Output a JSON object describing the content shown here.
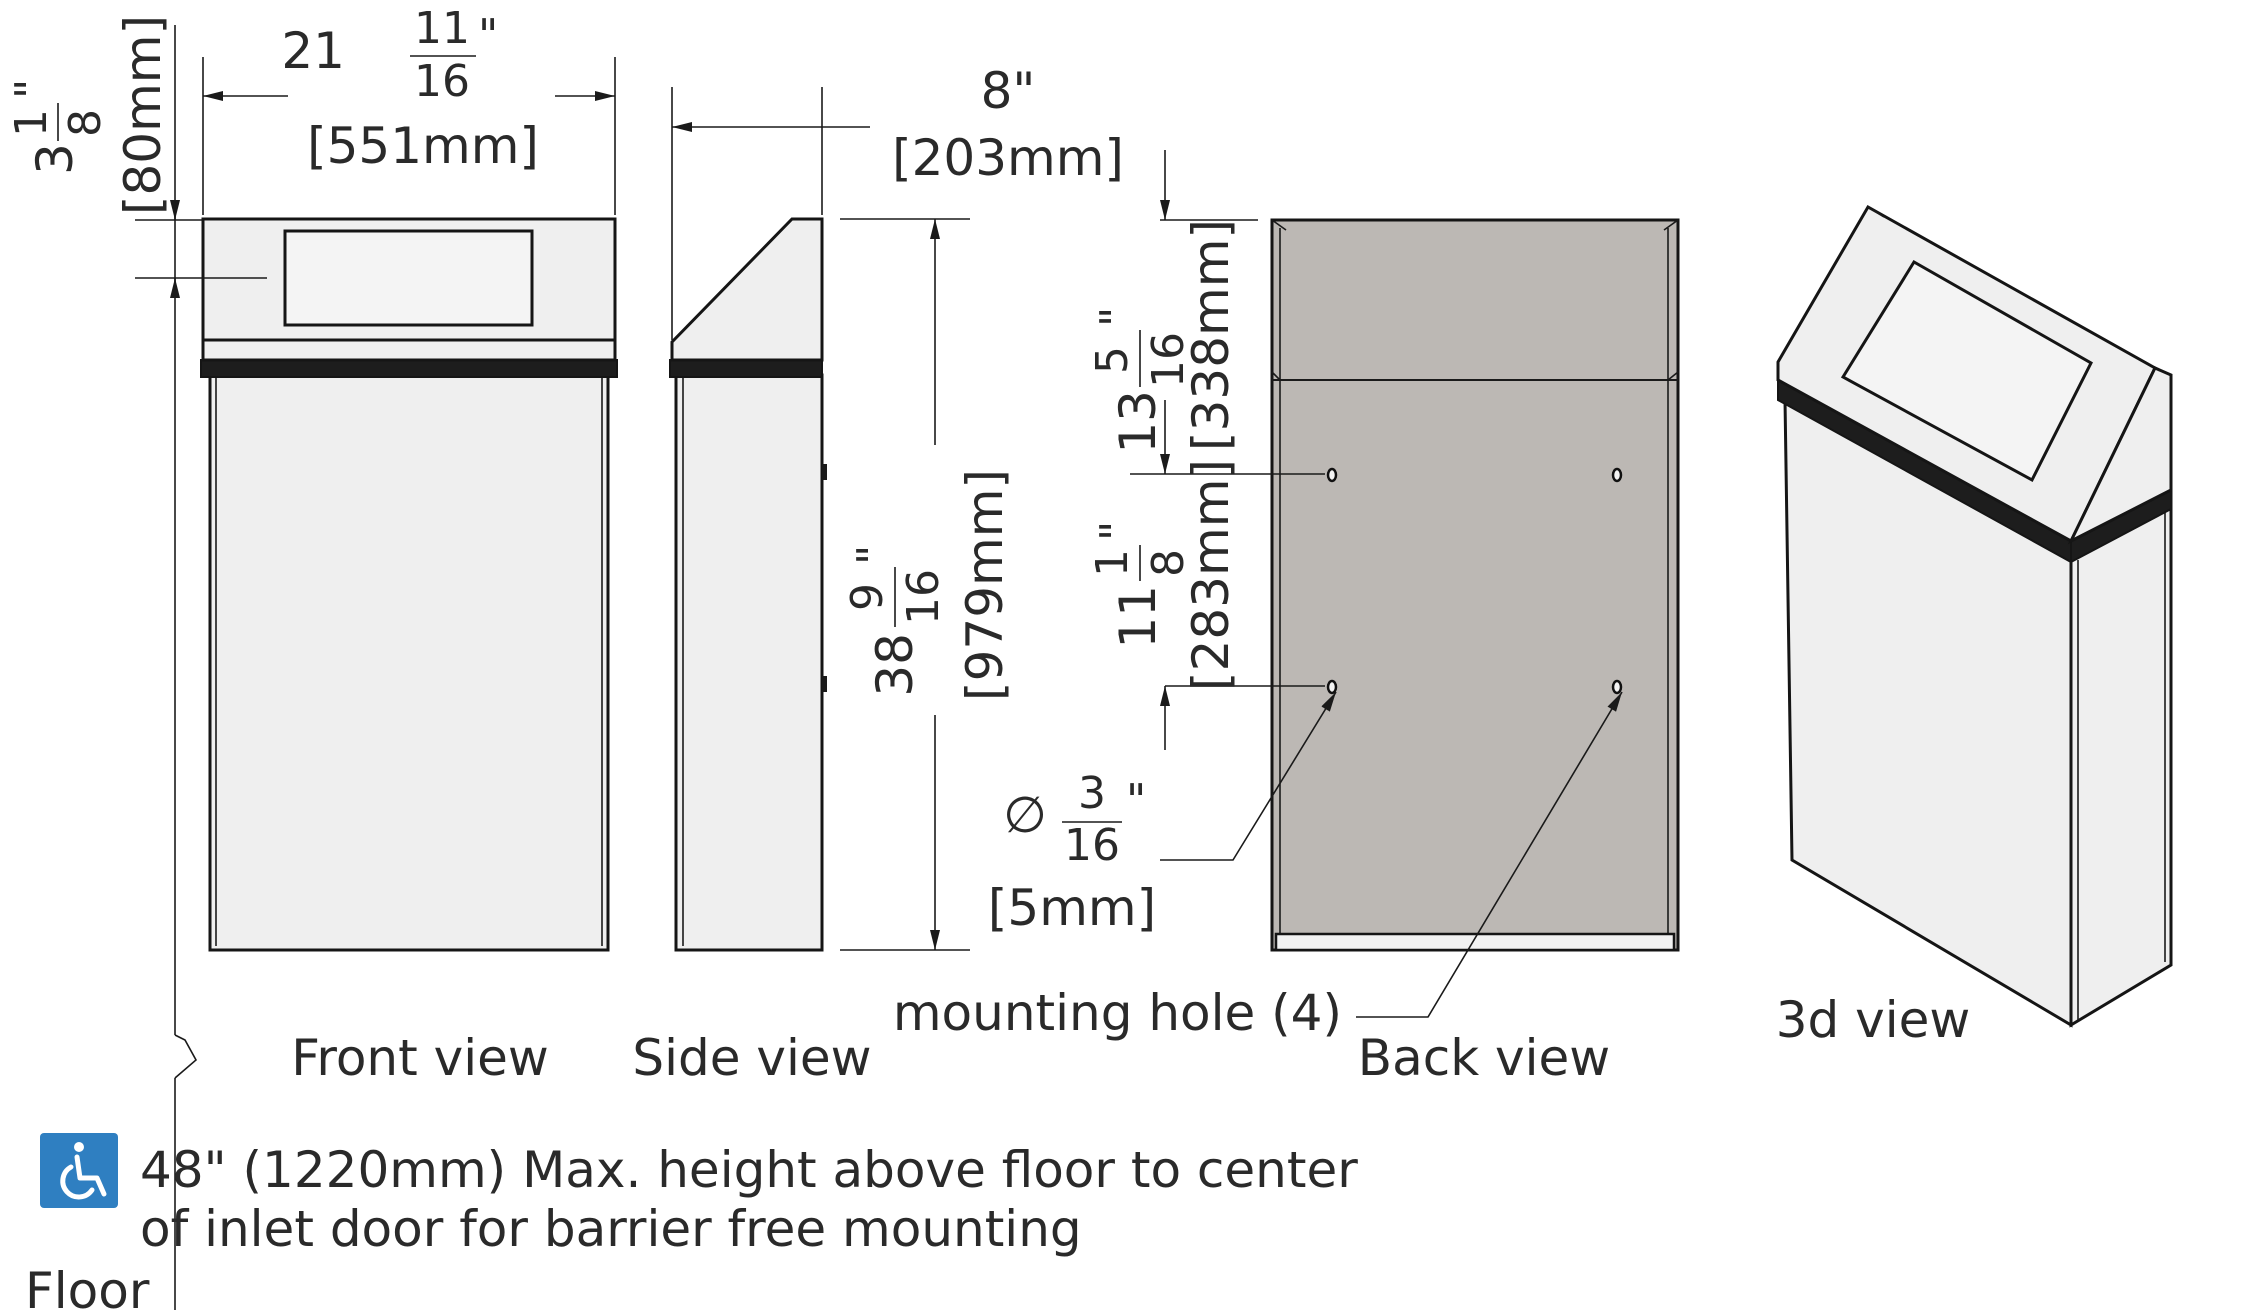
{
  "views": {
    "front": "Front view",
    "side": "Side view",
    "back": "Back view",
    "iso": "3d view"
  },
  "dimensions": {
    "width": {
      "whole": "21",
      "num": "11",
      "den": "16",
      "unit": "\"",
      "metric": "[551mm]"
    },
    "depth": {
      "inch": "8\"",
      "metric": "[203mm]"
    },
    "height": {
      "whole": "38",
      "num": "9",
      "den": "16",
      "unit": "\"",
      "metric": "[979mm]"
    },
    "door_offset": {
      "whole": "3",
      "num": "1",
      "den": "8",
      "unit": "\"",
      "metric": "[80mm]"
    },
    "top_to_hole": {
      "whole": "13",
      "num": "5",
      "den": "16",
      "unit": "\"",
      "metric": "[338mm]"
    },
    "hole_spacing": {
      "whole": "11",
      "num": "1",
      "den": "8",
      "unit": "\"",
      "metric": "[283mm]"
    },
    "hole_diameter": {
      "symbol": "∅",
      "num": "3",
      "den": "16",
      "unit": "\"",
      "metric": "[5mm]"
    }
  },
  "mounting_hole_label": "mounting hole (4)",
  "accessibility": {
    "icon": "wheelchair-icon",
    "icon_color": "#2f7fc1",
    "line1": "48\" (1220mm) Max. height above floor to center",
    "line2": "of inlet door for barrier free mounting"
  },
  "floor_label": "Floor",
  "colors": {
    "body": "#efefef",
    "back_panel": "#bcb8b4",
    "band": "#1d1d1d"
  }
}
